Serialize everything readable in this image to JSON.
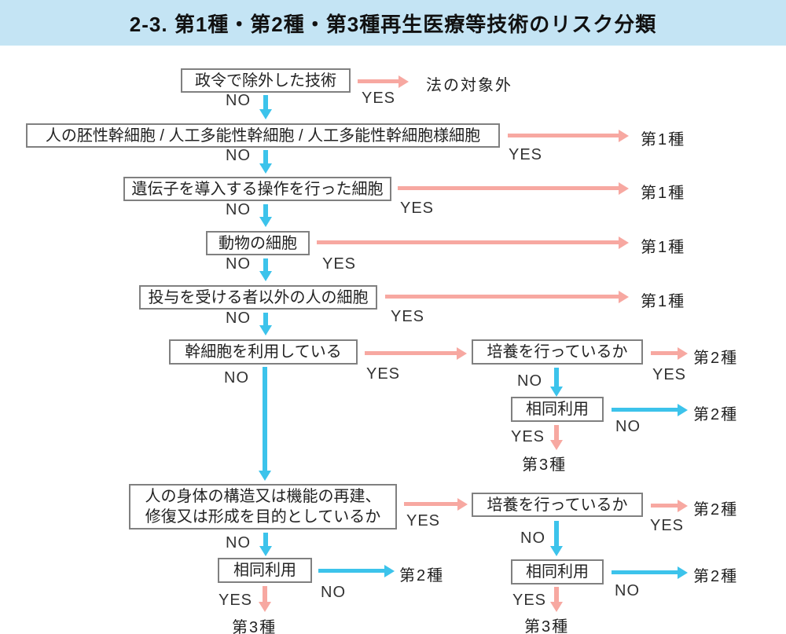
{
  "header": {
    "title": "2-3. 第1種・第2種・第3種再生医療等技術のリスク分類"
  },
  "colors": {
    "header_bg": "#c4e4f4",
    "yes_arrow": "#f7a8a1",
    "no_arrow": "#3cc3eb",
    "box_border": "#808080"
  },
  "labels": {
    "yes": "YES",
    "no": "NO"
  },
  "nodes": {
    "excluded": "政令で除外した技術",
    "es_ips_cells": "人の胚性幹細胞 / 人工多能性幹細胞 / 人工多能性幹細胞様細胞",
    "gene_modified": "遺伝子を導入する操作を行った細胞",
    "animal_cells": "動物の細胞",
    "non_recipient_cells": "投与を受ける者以外の人の細胞",
    "stem_cells": "幹細胞を利用している",
    "culture_1": "培養を行っているか",
    "homologous_1": "相同利用",
    "purpose": "人の身体の構造又は機能の再建、\n修復又は形成を目的としているか",
    "culture_2": "培養を行っているか",
    "homologous_2": "相同利用",
    "homologous_3": "相同利用"
  },
  "results": {
    "out_of_law": "法の対象外",
    "class1": "第1種",
    "class2": "第2種",
    "class3": "第3種"
  }
}
